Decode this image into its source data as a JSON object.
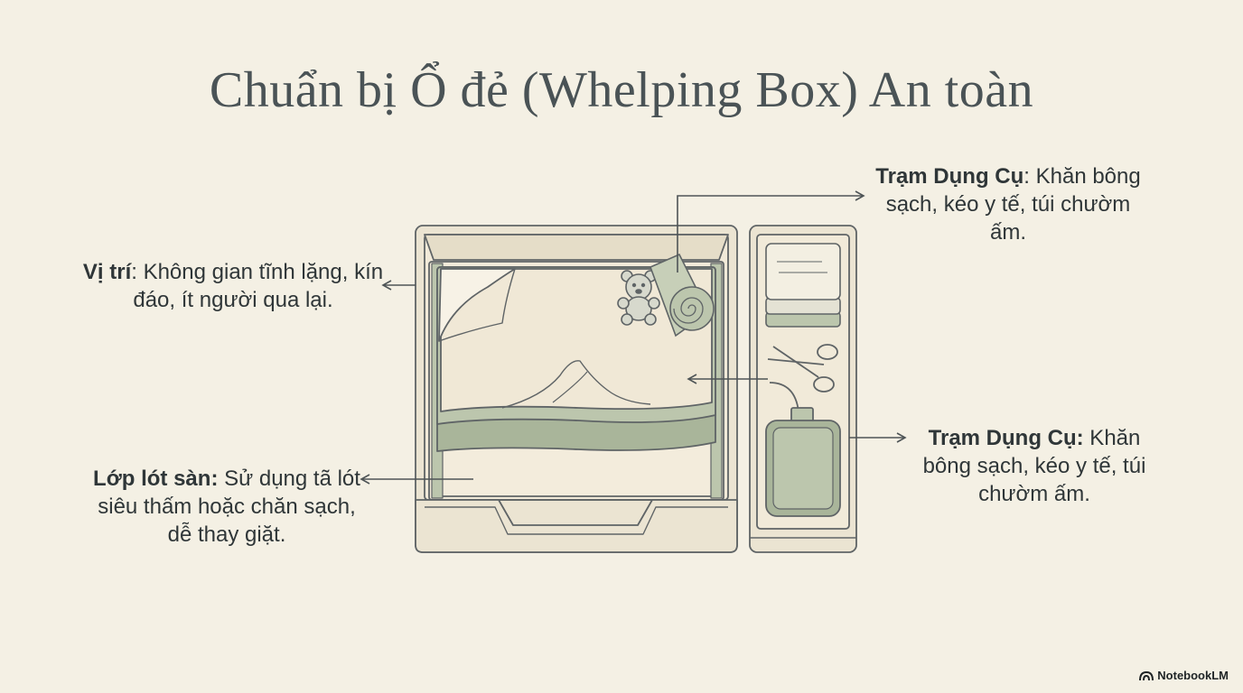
{
  "title": "Chuẩn bị Ổ đẻ (Whelping Box) An toàn",
  "callouts": {
    "location": {
      "label": "Vị trí",
      "text": ": Không gian tĩnh lặng, kín đáo, ít người qua lại."
    },
    "floor": {
      "label": "Lớp lót sàn:",
      "text": " Sử dụng tã lót siêu thấm hoặc chăn sạch, dễ thay giặt."
    },
    "tools_top": {
      "label": "Trạm Dụng Cụ",
      "text": ": Khăn bông sạch, kéo y tế, túi chườm ấm."
    },
    "tools_mid": {
      "label": "Trạm Dụng Cụ:",
      "text": " Khăn bông sạch, kéo y tế, túi chườm ấm."
    }
  },
  "brand": {
    "name": "NotebookLM",
    "icon": "notebooklm-logo-icon"
  },
  "colors": {
    "background": "#f4f0e4",
    "outline": "#5f6466",
    "box_fill": "#ebe4d2",
    "sage": "#bcc6ad",
    "sage_dark": "#a6b297",
    "bedding": "#f0e8d6"
  }
}
